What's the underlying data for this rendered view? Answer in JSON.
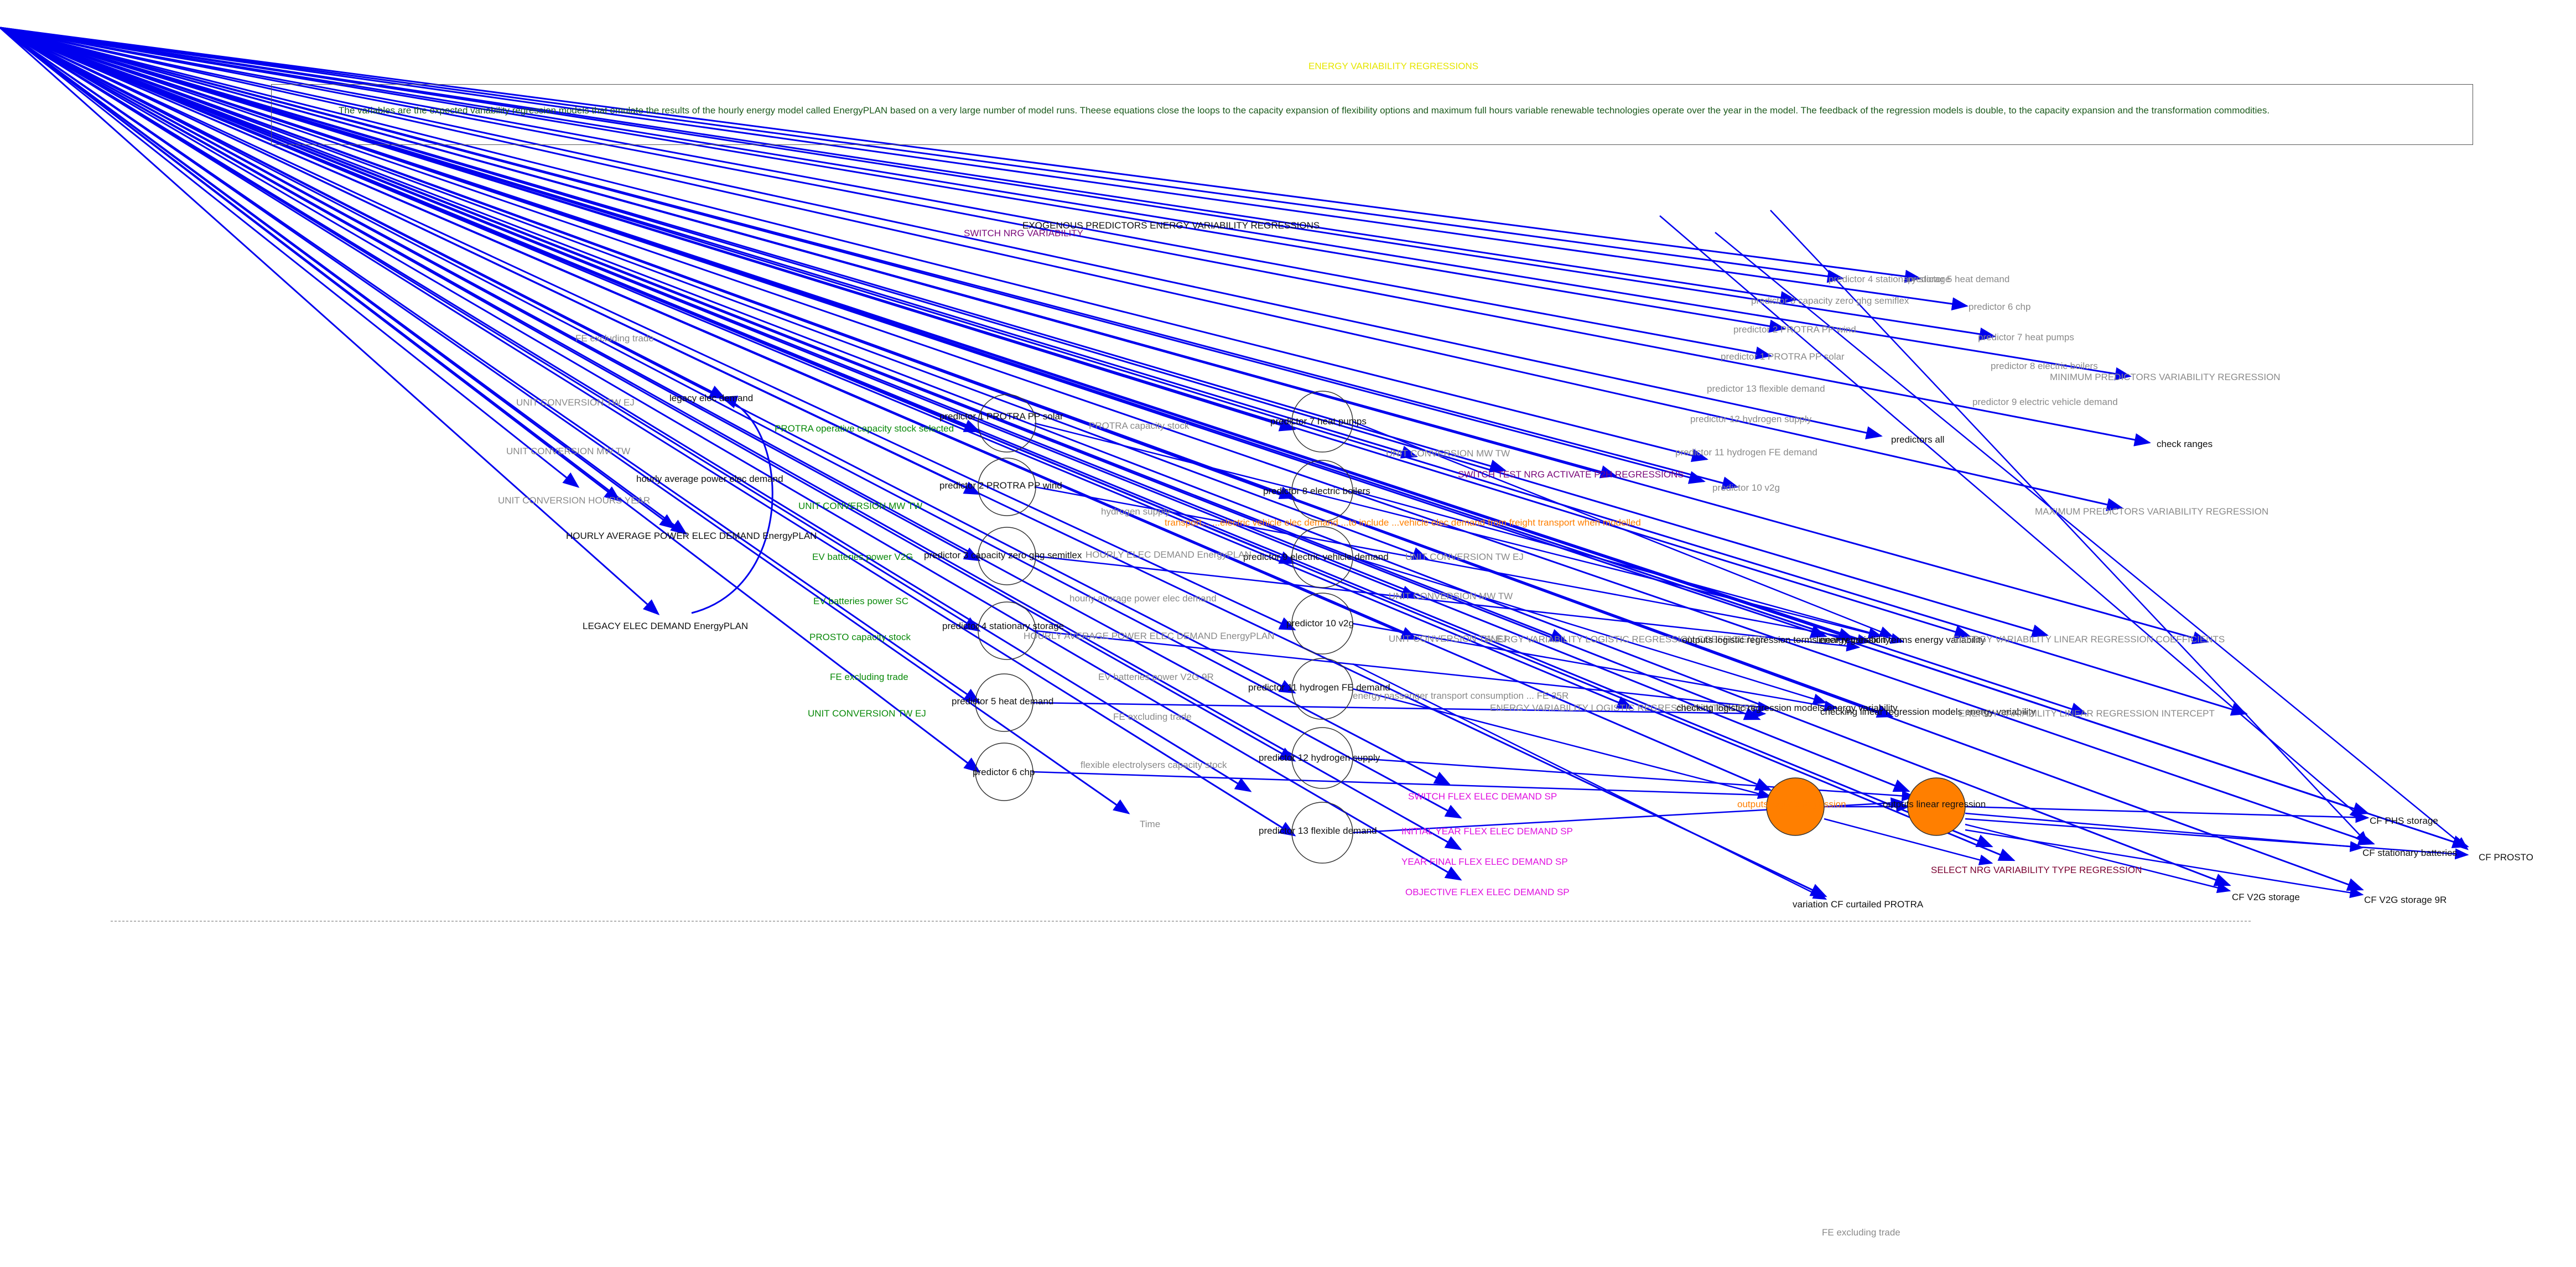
{
  "view_title": "ENERGY VARIABILITY REGRESSIONS",
  "description": "The variables are the expected variability regression models that emulate the results  of the hourly energy model called EnergyPLAN based on a very large number of model runs. Theese equations close the loops to the capacity expansion of flexibility options and maximum full hours variable renewable technologies operate over the year in the model. The feedback of the regression models is double, to the capacity expansion and the transformation commodities.",
  "colors": {
    "arrow": "#0000ee",
    "node_fill_orange": "#ff7f00",
    "box_border": "#555555"
  },
  "labels": {
    "exogenous_predictors": "EXOGENOUS PREDICTORS ENERGY VARIABILITY REGRESSIONS",
    "switch_nrg_variability": "SWITCH NRG VARIABILITY",
    "fe_excluding_trade_top": "FE excluding trade",
    "fe_excluding_trade_bottom": "FE excluding trade",
    "legacy_elec_demand": "legacy elec demand",
    "unit_conversion_tw_ej_left": "UNIT CONVERSION TW EJ",
    "unit_conversion_mw_tw_left": "UNIT CONVERSION MW TW",
    "hourly_average_power_elec_demand": "hourly average power elec demand",
    "unit_conversion_hours_year": "UNIT CONVERSION HOURS YEAR",
    "hourly_average_power_elec_demand_energyplan": "HOURLY AVERAGE POWER ELEC DEMAND EnergyPLAN",
    "legacy_elec_demand_energyplan": "LEGACY ELEC DEMAND EnergyPLAN",
    "protra_operative_capacity": "PROTRA operative capacity stock selected",
    "unit_conversion_mw_tw_green": "UNIT CONVERSION MW TW",
    "ev_batteries_power_v2g": "EV batteries power V2G",
    "ev_batteries_power_sc": "EV batteries power SC",
    "prosto_capacity_stock": "PROSTO capacity stock",
    "fe_excluding_trade_green": "FE excluding trade",
    "unit_conversion_tw_ej_green": "UNIT CONVERSION TW EJ",
    "predictor_1": "predictor 1 PROTRA PP solar",
    "predictor_2": "predictor 2 PROTRA PP wind",
    "predictor_3": "predictor 3 capacity zero ghg semitlex",
    "predictor_4": "predictor 4 stationary storage",
    "predictor_5": "predictor 5 heat demand",
    "predictor_6": "predictor 6 chp",
    "predictor_7": "predictor 7 heat pumps",
    "predictor_8": "predictor 8 electric boilers",
    "predictor_9": "predictor 9 electric vehicle demand",
    "predictor_10": "predictor 10 v2g",
    "predictor_11": "predictor 11 hydrogen FE demand",
    "predictor_12": "predictor 12 hydrogen supply",
    "predictor_13": "predictor 13 flexible demand",
    "protra_capacity_stock": "PROTRA capacity stock",
    "hydrogen_supply": "hydrogen supply",
    "hourly_elec_demand_gray": "HOURLY ELEC DEMAND EnergyPLAN",
    "hourly_average_power_elec_demand_gray": "hourly average power elec demand",
    "hourly_average_power_elec_demand_energyplan_gray": "HOURLY AVERAGE POWER ELEC DEMAND EnergyPLAN",
    "ev_batteries_power_v2g_9r": "EV batteries power V2G 9R",
    "fe_excluding_trade_gray": "FE excluding trade",
    "flexible_electrolysers": "flexible electrolysers capacity stock",
    "time": "Time",
    "energy_passenger_transport": "energy passenger transport consumption ... FE 35R",
    "unit_conversion_mw_tw_mid": "UNIT CONVERSION MW TW",
    "unit_conversion_tw_ej_mid": "UNIT CONVERSION TW EJ",
    "unit_conversion_mw_tw_mid2": "UNIT CONVERSION MW TW",
    "unit_conversion_tw_ej_mid2": "UNIT CONVERSION TW EJ",
    "switch_test_p2h": "SWITCH TEST NRG ACTIVATE P2H REGRESSIONS",
    "orange_note": "transport... ...electric vehicle elec demand ...to include ...vehicle elec demand from freight transport when modelled",
    "energy_variability_logistic_coefficients": "ENERGY VARIABILITY LOGISTIC REGRESSION COEFFICIENTS",
    "energy_variability_logistic_intercept": "ENERGY VARIABILITY LOGISTIC REGRESSION INTERCEPT",
    "outputs_logistic_regression_terms": "outputs logistic regression terms energy variability",
    "linear_regression_terms": "linear regression terms energy variability",
    "checking_logistic_regression": "checking logistic regression models energy variability",
    "checking_linear_regression": "checking linear regression models energy variability",
    "energy_variability_linear_coefficients": "ENERGY VARIABILITY LINEAR REGRESSION COEFFICIENTS",
    "energy_variability_linear_intercept": "ENERGY VARIABILITY LINEAR REGRESSION INTERCEPT",
    "outputs_logistic_regression": "outputs logistic regression",
    "outputs_linear_regression": "outputs linear regression",
    "select_nrg_variability_type": "SELECT NRG VARIABILITY TYPE REGRESSION",
    "variation_cf_curtailed": "variation CF curtailed PROTRA",
    "cf_v2g_storage": "CF V2G storage",
    "cf_v2g_storage_9r": "CF V2G storage 9R",
    "cf_phs_storage": "CF PHS storage",
    "cf_stationary_batteries": "CF stationary batteries",
    "cf_prosto": "CF PROSTO",
    "switch_flex_elec_demand": "SWITCH FLEX ELEC DEMAND SP",
    "initial_year_flex": "INITIAL YEAR FLEX ELEC DEMAND SP",
    "year_final_flex": "YEAR FINAL FLEX ELEC DEMAND SP",
    "objective_flex": "OBJECTIVE FLEX ELEC DEMAND SP",
    "g_predictor_4": "predictor 4 stationary storage",
    "g_predictor_5": "predictor 5 heat demand",
    "g_predictor_6": "predictor 6 chp",
    "g_predictor_3": "predictor 3 capacity zero ghg semiflex",
    "g_predictor_7": "predictor 7 heat pumps",
    "g_predictor_2": "predictor 2 PROTRA PP wind",
    "g_predictor_1": "predictor 1 PROTRA PP solar",
    "g_predictor_8": "predictor 8 electric boilers",
    "g_predictor_13": "predictor 13 flexible demand",
    "g_predictor_9": "predictor 9 electric vehicle demand",
    "g_predictor_12": "predictor 12 hydrogen supply",
    "g_predictor_11": "predictor 11 hydrogen FE demand",
    "g_predictor_10": "predictor 10 v2g",
    "predictors_all": "predictors all",
    "check_ranges": "check ranges",
    "minimum_predictors": "MINIMUM PREDICTORS VARIABILITY REGRESSION",
    "maximum_predictors": "MAXIMUM PREDICTORS VARIABILITY REGRESSION"
  }
}
